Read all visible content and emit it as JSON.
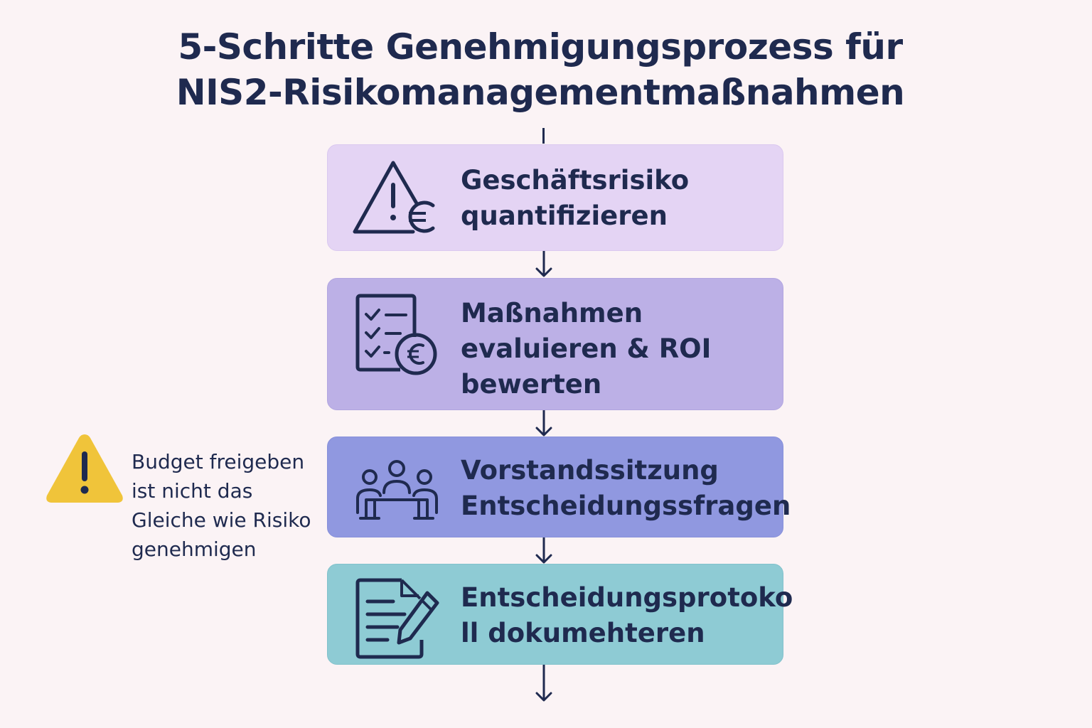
{
  "title": {
    "line1": "5-Schritte Genehmigungsprozess für",
    "line2": "NIS2-Risikomanagementmaßnahmen"
  },
  "steps": [
    {
      "label": "Geschäftsrisiko\nquantifizieren",
      "icon": "warning-euro-icon",
      "color": "#e4d4f4"
    },
    {
      "label": "Maßnahmen\nevaluieren & ROI\nbewerten",
      "icon": "checklist-euro-icon",
      "color": "#bcb0e6"
    },
    {
      "label": "Vorstandssitzung\nEntscheidungssfragen",
      "icon": "meeting-people-icon",
      "color": "#9098e0"
    },
    {
      "label": "Entscheidungsprotoko\nll dokumehteren",
      "icon": "document-pen-icon",
      "color": "#8ecbd4"
    }
  ],
  "warning": {
    "text": "Budget freigeben\nist nicht das\nGleiche wie Risiko\ngenehmigen",
    "icon": "warning-icon",
    "color": "#f0c43a"
  }
}
